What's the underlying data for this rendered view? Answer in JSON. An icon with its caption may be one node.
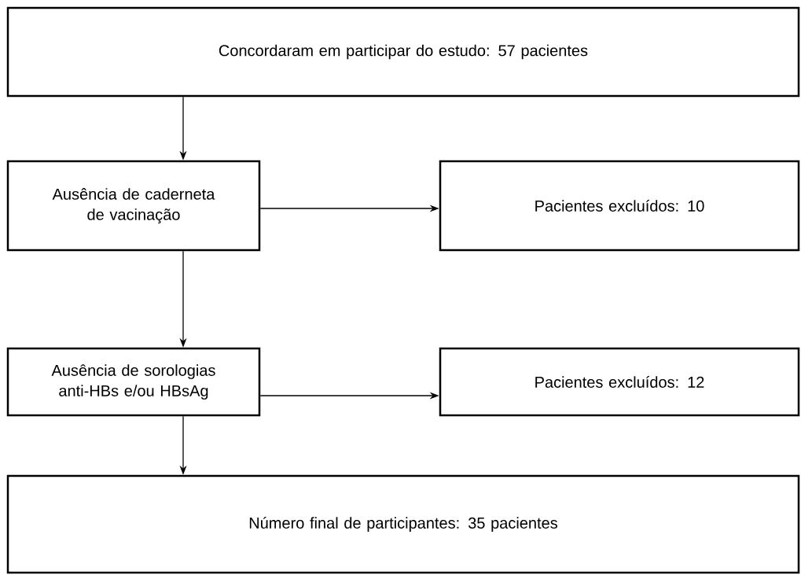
{
  "diagram": {
    "nodes": [
      {
        "text": [
          "Concordaram em participar do estudo: 57 pacientes"
        ]
      },
      {
        "text": [
          "Ausência de caderneta de vacinação"
        ]
      },
      {
        "text": [
          "Pacientes excluídos: 10"
        ]
      },
      {
        "text": [
          "Ausência de sorologias anti-HBs e/ou HBsAg"
        ]
      },
      {
        "text": [
          "Pacientes excluídos: 12"
        ]
      },
      {
        "text": [
          "Número final de participantes: 35 pacientes"
        ]
      }
    ],
    "edges": [
      {
        "from": 0,
        "to": 1,
        "arrow": "to"
      },
      {
        "from": 1,
        "to": 2,
        "arrow": "to"
      },
      {
        "from": 1,
        "to": 3,
        "arrow": "to"
      },
      {
        "from": 3,
        "to": 4,
        "arrow": "to"
      },
      {
        "from": 3,
        "to": 5,
        "arrow": "to"
      }
    ]
  }
}
